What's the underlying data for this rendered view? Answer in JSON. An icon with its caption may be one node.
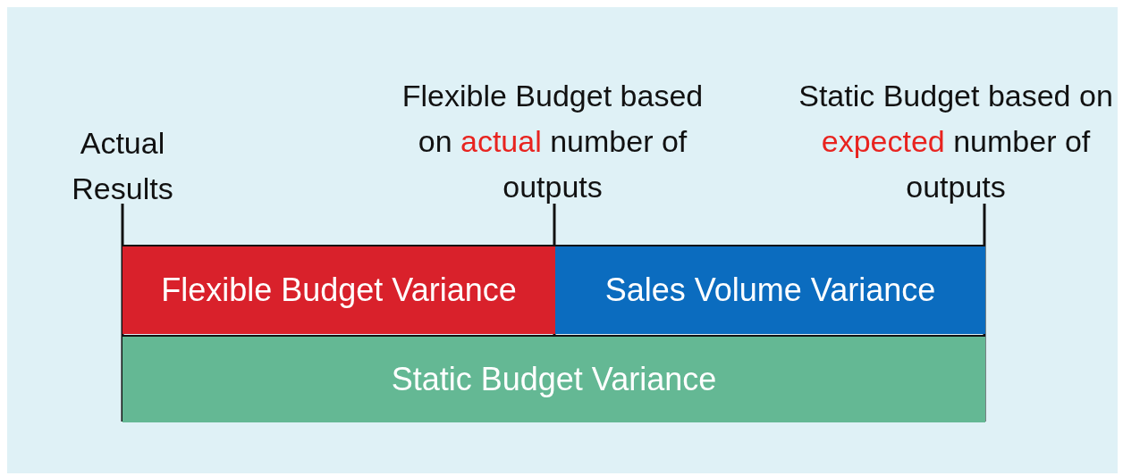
{
  "diagram": {
    "nodes": [
      {
        "text": [
          "Flexible Budget Variance"
        ]
      },
      {
        "text": [
          "Sales Volume Variance"
        ]
      },
      {
        "text": [
          "Static Budget Variance"
        ]
      }
    ],
    "edges": [],
    "labels": [
      "Actual Results",
      "Flexible Budget based on **actual** number of outputs",
      "Static Budget based on **expected** number of outputs"
    ]
  }
}
